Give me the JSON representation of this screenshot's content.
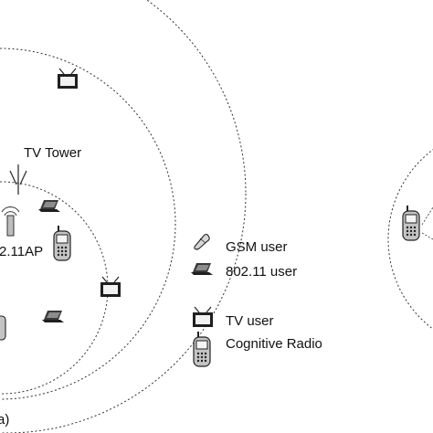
{
  "diagram": {
    "tower_label": "TV Tower",
    "ap_label": "2.11AP",
    "panel_label": "a)"
  },
  "legend": {
    "items": [
      {
        "icon": "gsm-phone-icon",
        "label": "GSM user"
      },
      {
        "icon": "laptop-icon",
        "label": "802.11 user"
      },
      {
        "icon": "tv-icon",
        "label": "TV user"
      },
      {
        "icon": "cognitive-radio-icon",
        "label": "Cognitive Radio"
      }
    ]
  },
  "colors": {
    "ring": "#333333",
    "icon_dark": "#222222",
    "icon_fill": "#bdbdbd"
  }
}
